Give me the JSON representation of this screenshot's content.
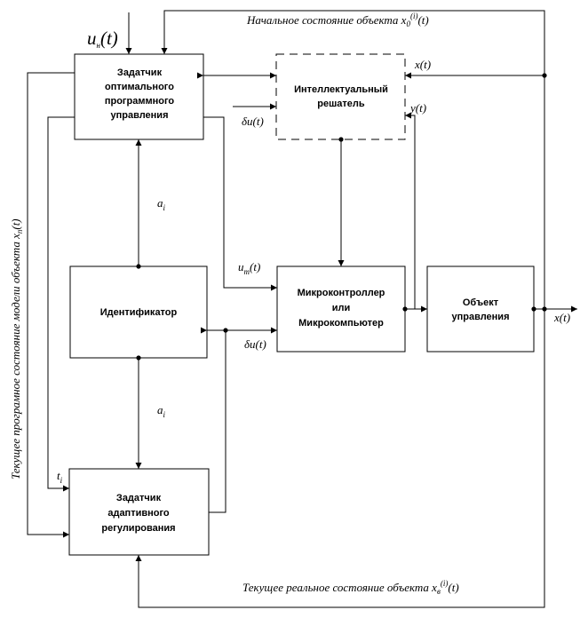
{
  "blocks": {
    "optimal_setter": [
      "Задатчик",
      "оптимального",
      "программного",
      "управления"
    ],
    "intelligent_solver": [
      "Интеллектуальный",
      "решатель"
    ],
    "identifier": [
      "Идентификатор"
    ],
    "microcontroller": [
      "Микроконтроллер",
      "или",
      "Микрокомпьютер"
    ],
    "plant": [
      "Объект",
      "управления"
    ],
    "adaptive_setter": [
      "Задатчик",
      "адаптивного",
      "регулирования"
    ]
  },
  "labels": {
    "un_main": "u",
    "un_sub": "н",
    "un_tail": "(t)",
    "top_caption": "Начальное состояние объекта  x",
    "top_caption_sub": "0",
    "top_caption_sup": "(i)",
    "top_caption_tail": "(t)",
    "x_to_solver": "x(t)",
    "y_to_solver": "y(t)",
    "du_top": "δu(t)",
    "a_top": "a",
    "a_top_sub": "i",
    "um": "u",
    "um_sub": "m",
    "um_tail": "(t)",
    "du_bottom": "δu(t)",
    "a_bottom": "a",
    "a_bottom_sub": "i",
    "t_i": "t",
    "t_i_sub": "i",
    "x_out": "x(t)",
    "bottom_caption": "Текущее реальное состояние объекта  x",
    "bottom_caption_sub": "в",
    "bottom_caption_sup": "(i)",
    "bottom_caption_tail": "(t)",
    "side_caption": "Текущее програмное состояние модели объекта  x",
    "side_caption_sub": "п",
    "side_caption_tail": "(t)"
  },
  "colors": {
    "line": "#000000",
    "background": "#ffffff"
  }
}
